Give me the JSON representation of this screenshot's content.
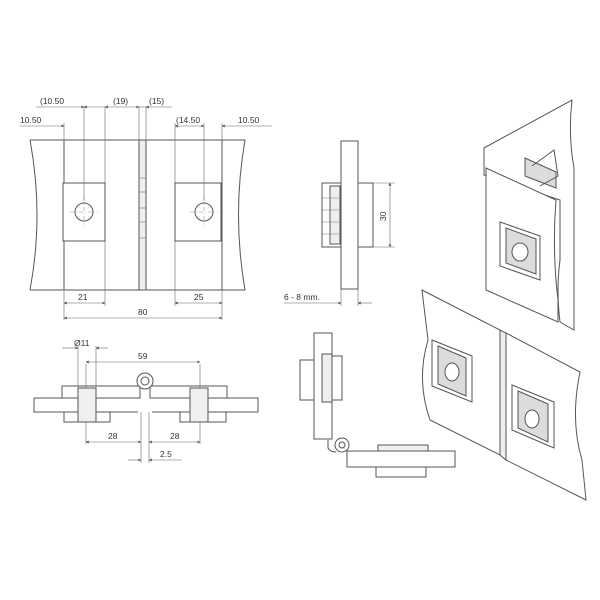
{
  "front_view": {
    "dim_top_left_outer": "10.50",
    "dim_top_left_inner": "(10.50",
    "dim_top_gap": "(19)",
    "dim_top_center": "(15)",
    "dim_top_right_inner": "(14.50",
    "dim_top_right_outer": "10.50",
    "dim_bottom_left": "21",
    "dim_bottom_right": "25",
    "dim_total_width": "80"
  },
  "side_view": {
    "dim_height": "30",
    "dim_glass_thickness": "6 - 8 mm."
  },
  "top_view": {
    "dim_hole_diameter": "Ø11",
    "dim_span": "59",
    "dim_left_offset": "28",
    "dim_right_offset": "28",
    "dim_gap": "2.5"
  }
}
